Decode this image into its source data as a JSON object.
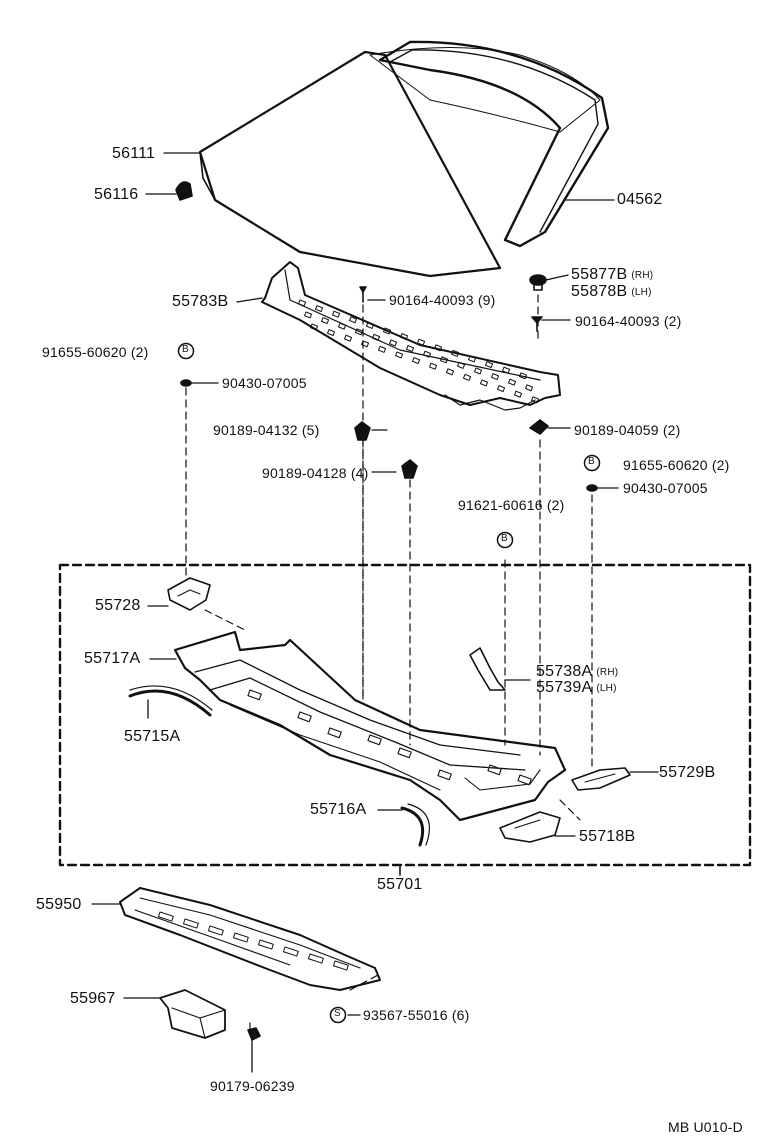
{
  "parts": {
    "glass": "56111",
    "clip": "56116",
    "moulding": "04562",
    "cowl_louver": "55783B",
    "screw_top": "90164-40093 (9)",
    "plug_rh": "55877B",
    "plug_rh_side": "(RH)",
    "plug_lh": "55878B",
    "plug_lh_side": "(LH)",
    "screw_right": "90164-40093 (2)",
    "nut_left": "91655-60620 (2)",
    "washer_left": "90430-07005",
    "clip_center": "90189-04132 (5)",
    "clip_right": "90189-04059 (2)",
    "nut_right": "91655-60620 (2)",
    "washer_right": "90430-07005",
    "clip_lower": "90189-04128 (4)",
    "nut_mid": "91621-60616 (2)",
    "bracket_left": "55728",
    "panel_left": "55717A",
    "seal_left": "55715A",
    "bracket_rh": "55738A",
    "bracket_rh_side": "(RH)",
    "bracket_lh": "55739A",
    "bracket_lh_side": "(LH)",
    "bracket_right": "55729B",
    "seal_lower": "55716A",
    "bracket_lower": "55718B",
    "assembly": "55701",
    "duct": "55950",
    "duct_small": "55967",
    "screw_duct": "93567-55016 (6)",
    "nut_duct": "90179-06239"
  },
  "markers": {
    "b": "B",
    "s": "S"
  },
  "footer": {
    "code": "MB U010-D"
  }
}
